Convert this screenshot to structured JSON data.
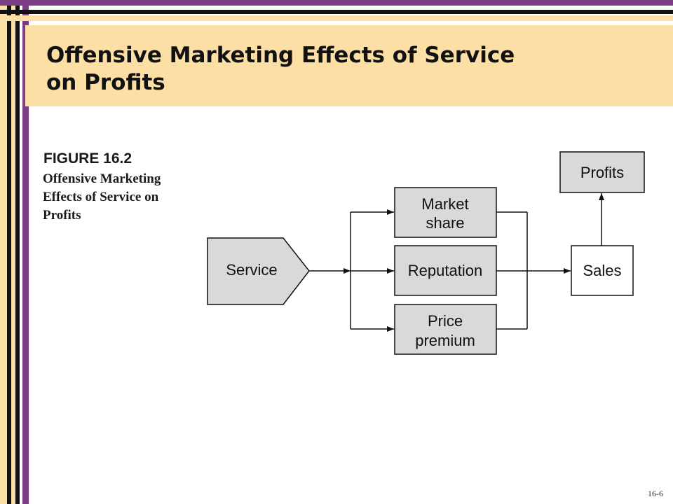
{
  "slide": {
    "title_line1": "Offensive Marketing Effects of Service",
    "title_line2": "on Profits",
    "slide_number": "16-6"
  },
  "figure": {
    "number": "FIGURE 16.2",
    "caption_line1": "Offensive Marketing",
    "caption_line2": "Effects of Service on",
    "caption_line3": "Profits"
  },
  "diagram": {
    "nodes": {
      "service": "Service",
      "market_share_line1": "Market",
      "market_share_line2": "share",
      "reputation": "Reputation",
      "price_premium_line1": "Price",
      "price_premium_line2": "premium",
      "sales": "Sales",
      "profits": "Profits"
    },
    "edges": [
      {
        "from": "Service",
        "to": "Market share"
      },
      {
        "from": "Service",
        "to": "Reputation"
      },
      {
        "from": "Service",
        "to": "Price premium"
      },
      {
        "from": "Market share",
        "to": "Sales"
      },
      {
        "from": "Reputation",
        "to": "Sales"
      },
      {
        "from": "Price premium",
        "to": "Sales"
      },
      {
        "from": "Sales",
        "to": "Profits"
      }
    ]
  },
  "colors": {
    "title_band": "#fcdfa4",
    "purple_stripe": "#7b3d86",
    "node_fill_shaded": "#d9d9d9",
    "node_fill_plain": "#ffffff"
  }
}
